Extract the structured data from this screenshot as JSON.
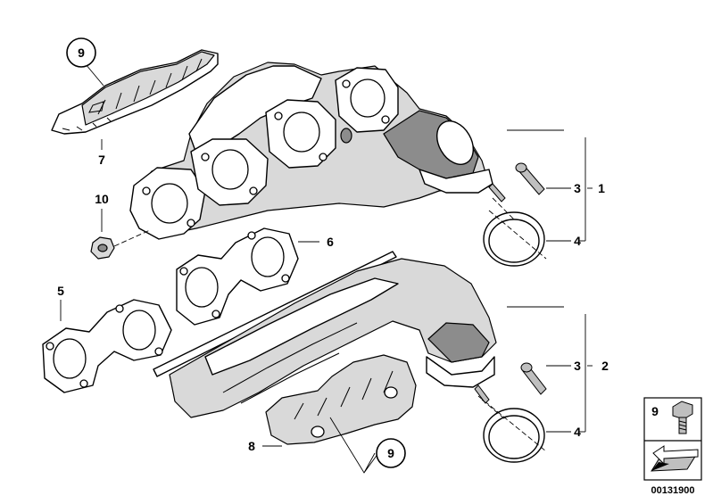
{
  "diagram": {
    "callouts": {
      "c1": "1",
      "c2": "2",
      "c3a": "3",
      "c3b": "3",
      "c4a": "4",
      "c4b": "4",
      "c5": "5",
      "c6": "6",
      "c7": "7",
      "c8": "8",
      "c9a": "9",
      "c9b": "9",
      "c10": "10"
    },
    "legend": {
      "item_number": "9"
    },
    "drawing_number": "00131900"
  }
}
